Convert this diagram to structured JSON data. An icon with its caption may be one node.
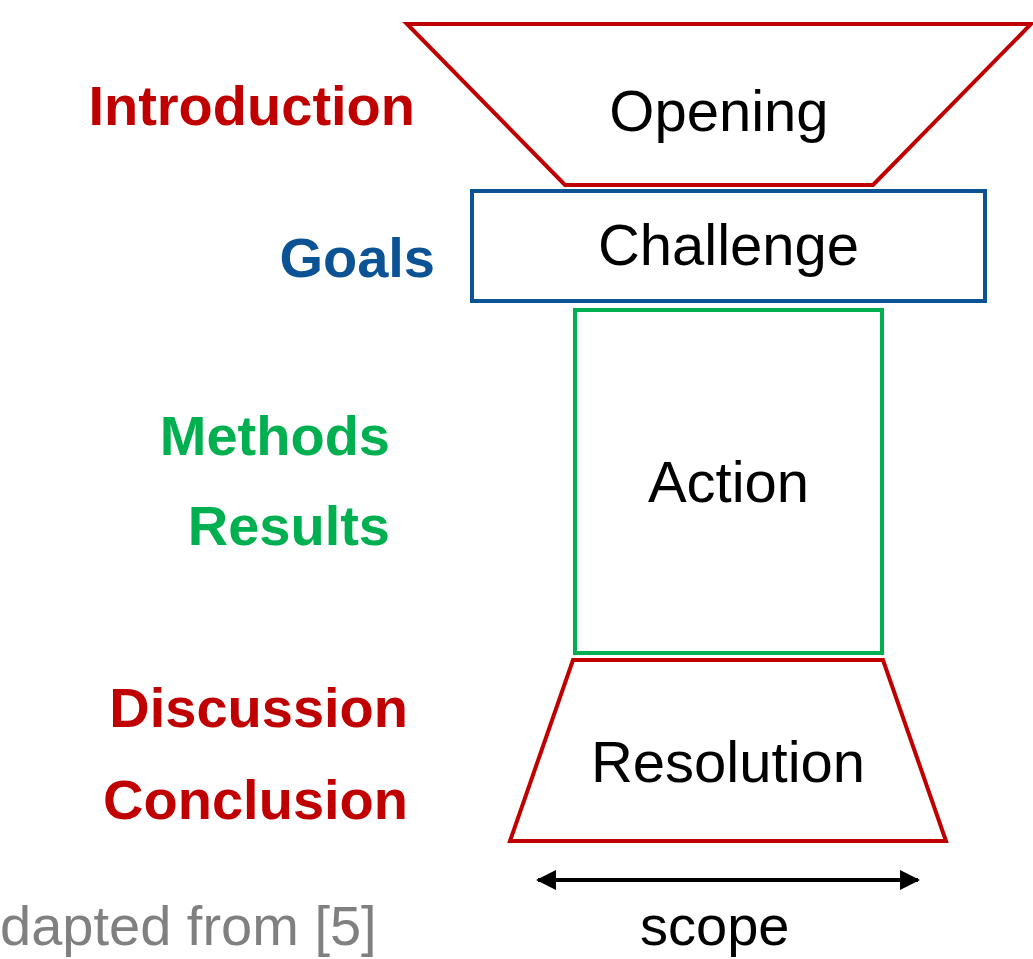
{
  "diagram": {
    "nodes": [
      {
        "text": [
          "Opening"
        ],
        "beside": [
          "Introduction"
        ]
      },
      {
        "text": [
          "Challenge"
        ],
        "beside": [
          "Goals"
        ]
      },
      {
        "text": [
          "Action"
        ],
        "beside": [
          "Methods",
          "Results"
        ]
      },
      {
        "text": [
          "Resolution"
        ],
        "beside": [
          "Discussion",
          "Conclusion"
        ]
      }
    ],
    "labels": [
      "scope",
      "dapted from [5]"
    ]
  }
}
